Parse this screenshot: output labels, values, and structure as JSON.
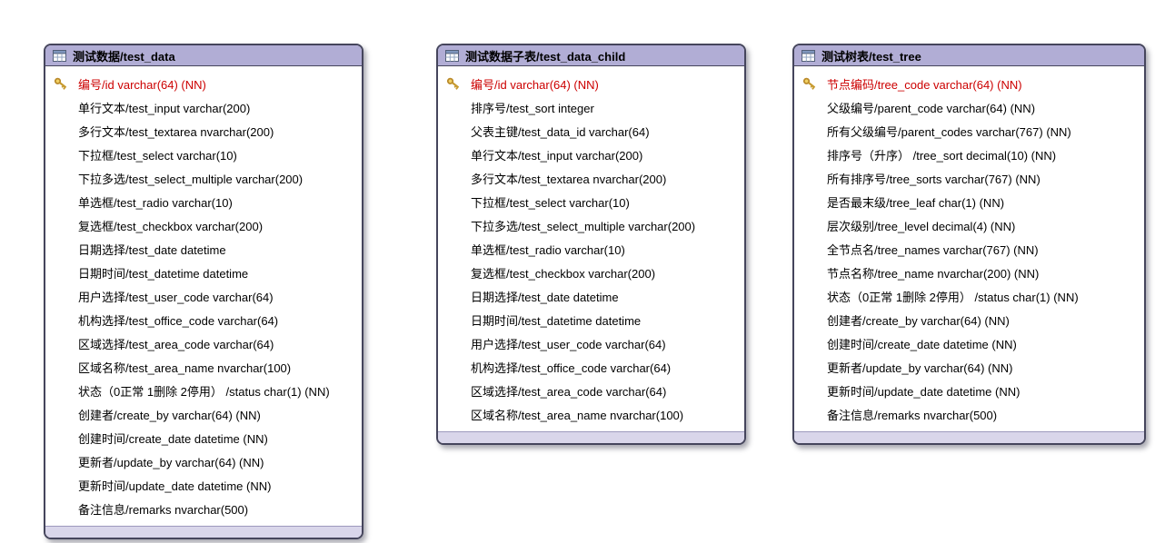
{
  "colors": {
    "header_bg": "#b1add5",
    "footer_bg": "#d9d6ea",
    "border": "#45455c",
    "primary_key_text": "#cc0000",
    "field_text": "#000000",
    "key_icon_gold": "#c79a2e",
    "canvas_bg": "#ffffff"
  },
  "icons": {
    "table_icon": "table-grid-icon",
    "primary_key_icon": "gold-key-icon"
  },
  "tables": [
    {
      "title": "测试数据/test_data",
      "fields": [
        {
          "text": "编号/id varchar(64) (NN)",
          "pk": true
        },
        {
          "text": "单行文本/test_input varchar(200)",
          "pk": false
        },
        {
          "text": "多行文本/test_textarea nvarchar(200)",
          "pk": false
        },
        {
          "text": "下拉框/test_select varchar(10)",
          "pk": false
        },
        {
          "text": "下拉多选/test_select_multiple varchar(200)",
          "pk": false
        },
        {
          "text": "单选框/test_radio varchar(10)",
          "pk": false
        },
        {
          "text": "复选框/test_checkbox varchar(200)",
          "pk": false
        },
        {
          "text": "日期选择/test_date datetime",
          "pk": false
        },
        {
          "text": "日期时间/test_datetime datetime",
          "pk": false
        },
        {
          "text": "用户选择/test_user_code varchar(64)",
          "pk": false
        },
        {
          "text": "机构选择/test_office_code varchar(64)",
          "pk": false
        },
        {
          "text": "区域选择/test_area_code varchar(64)",
          "pk": false
        },
        {
          "text": "区域名称/test_area_name nvarchar(100)",
          "pk": false
        },
        {
          "text": "状态（0正常 1删除 2停用） /status char(1) (NN)",
          "pk": false
        },
        {
          "text": "创建者/create_by varchar(64) (NN)",
          "pk": false
        },
        {
          "text": "创建时间/create_date datetime (NN)",
          "pk": false
        },
        {
          "text": "更新者/update_by varchar(64) (NN)",
          "pk": false
        },
        {
          "text": "更新时间/update_date datetime (NN)",
          "pk": false
        },
        {
          "text": "备注信息/remarks nvarchar(500)",
          "pk": false
        }
      ]
    },
    {
      "title": "测试数据子表/test_data_child",
      "fields": [
        {
          "text": "编号/id varchar(64) (NN)",
          "pk": true
        },
        {
          "text": "排序号/test_sort integer",
          "pk": false
        },
        {
          "text": "父表主键/test_data_id varchar(64)",
          "pk": false
        },
        {
          "text": "单行文本/test_input varchar(200)",
          "pk": false
        },
        {
          "text": "多行文本/test_textarea nvarchar(200)",
          "pk": false
        },
        {
          "text": "下拉框/test_select varchar(10)",
          "pk": false
        },
        {
          "text": "下拉多选/test_select_multiple varchar(200)",
          "pk": false
        },
        {
          "text": "单选框/test_radio varchar(10)",
          "pk": false
        },
        {
          "text": "复选框/test_checkbox varchar(200)",
          "pk": false
        },
        {
          "text": "日期选择/test_date datetime",
          "pk": false
        },
        {
          "text": "日期时间/test_datetime datetime",
          "pk": false
        },
        {
          "text": "用户选择/test_user_code varchar(64)",
          "pk": false
        },
        {
          "text": "机构选择/test_office_code varchar(64)",
          "pk": false
        },
        {
          "text": "区域选择/test_area_code varchar(64)",
          "pk": false
        },
        {
          "text": "区域名称/test_area_name nvarchar(100)",
          "pk": false
        }
      ]
    },
    {
      "title": "测试树表/test_tree",
      "fields": [
        {
          "text": "节点编码/tree_code varchar(64) (NN)",
          "pk": true
        },
        {
          "text": "父级编号/parent_code varchar(64) (NN)",
          "pk": false
        },
        {
          "text": "所有父级编号/parent_codes varchar(767) (NN)",
          "pk": false
        },
        {
          "text": "排序号（升序） /tree_sort decimal(10) (NN)",
          "pk": false
        },
        {
          "text": "所有排序号/tree_sorts varchar(767) (NN)",
          "pk": false
        },
        {
          "text": "是否最末级/tree_leaf char(1) (NN)",
          "pk": false
        },
        {
          "text": "层次级别/tree_level decimal(4) (NN)",
          "pk": false
        },
        {
          "text": "全节点名/tree_names varchar(767) (NN)",
          "pk": false
        },
        {
          "text": "节点名称/tree_name nvarchar(200) (NN)",
          "pk": false
        },
        {
          "text": "状态（0正常 1删除 2停用） /status char(1) (NN)",
          "pk": false
        },
        {
          "text": "创建者/create_by varchar(64) (NN)",
          "pk": false
        },
        {
          "text": "创建时间/create_date datetime (NN)",
          "pk": false
        },
        {
          "text": "更新者/update_by varchar(64) (NN)",
          "pk": false
        },
        {
          "text": "更新时间/update_date datetime (NN)",
          "pk": false
        },
        {
          "text": "备注信息/remarks nvarchar(500)",
          "pk": false
        }
      ]
    }
  ]
}
